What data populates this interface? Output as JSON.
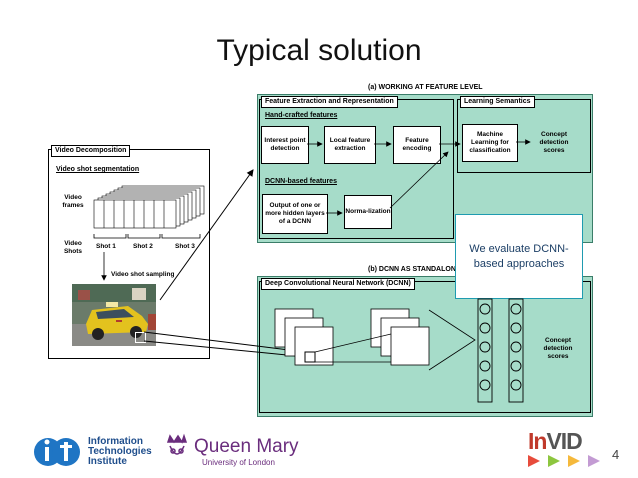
{
  "slide": {
    "title": "Typical solution",
    "page_number": "4"
  },
  "panel_a": {
    "caption": "(a) WORKING AT FEATURE LEVEL",
    "fer_header": "Feature Extraction and Representation",
    "ls_header": "Learning Semantics",
    "handcrafted_label": "Hand-crafted features",
    "interest_point": "Interest point detection",
    "local_feature": "Local feature extraction",
    "feature_encoding": "Feature encoding",
    "dcnn_features_label": "DCNN-based features",
    "dcnn_output": "Output of one or more hidden layers of a DCNN",
    "normalization": "Norma-lization",
    "ml_box": "Machine Learning for classification",
    "concept_scores": "Concept detection scores"
  },
  "panel_b": {
    "caption": "(b) DCNN AS STANDALONE",
    "header": "Deep Convolutional Neural Network (DCNN)",
    "concept_scores": "Concept detection scores"
  },
  "video_decomp": {
    "header": "Video Decomposition",
    "segmentation": "Video shot segmentation",
    "video_frames": "Video frames",
    "video_shots": "Video Shots",
    "shot1": "Shot 1",
    "shot2": "Shot 2",
    "shot3": "Shot 3",
    "sampling": "Video shot sampling"
  },
  "callout": {
    "text": "We evaluate DCNN-based approaches"
  },
  "logos": {
    "iti_line1": "Information",
    "iti_line2": "Technologies",
    "iti_line3": "Institute",
    "qm_name": "Queen Mary",
    "qm_sub": "University of London",
    "invid_in": "In",
    "invid_vid": "VID"
  },
  "colors": {
    "panel": "#a6dcc9",
    "accent": "#1f9bb0",
    "invid_red": "#c0392b"
  }
}
